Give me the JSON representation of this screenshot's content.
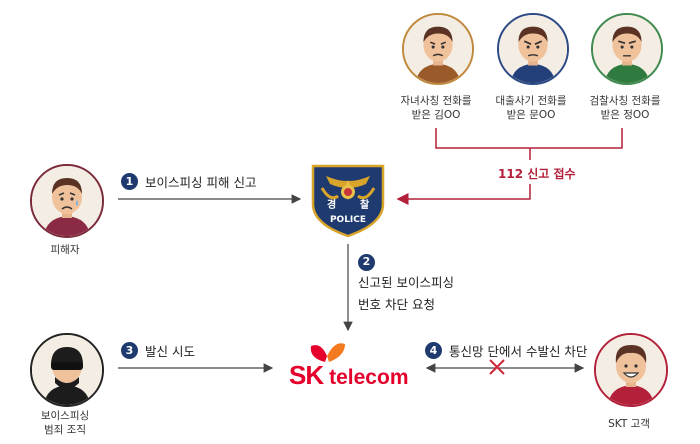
{
  "callers": [
    {
      "caption_line1": "자녀사칭 전화를",
      "caption_line2": "받은 김OO",
      "ring_color": "#c08a3e",
      "shirt_color": "#9a5a2a"
    },
    {
      "caption_line1": "대출사기 전화를",
      "caption_line2": "받은 문OO",
      "ring_color": "#2c4a86",
      "shirt_color": "#23407a"
    },
    {
      "caption_line1": "검찰사칭 전화를",
      "caption_line2": "받은 정OO",
      "ring_color": "#3f8a4e",
      "shirt_color": "#2f7a3e"
    }
  ],
  "report_label": "112 신고 접수",
  "victim": {
    "caption": "피해자"
  },
  "criminal": {
    "caption_line1": "보이스피싱",
    "caption_line2": "범죄 조직"
  },
  "customer": {
    "caption": "SKT 고객"
  },
  "police": {
    "left_char": "경",
    "right_char": "찰",
    "word": "POLICE"
  },
  "steps": [
    {
      "num": "1",
      "label": "보이스피싱 피해 신고"
    },
    {
      "num": "2",
      "line1": "신고된 보이스피싱",
      "line2": "번호 차단 요청"
    },
    {
      "num": "3",
      "label": "발신 시도"
    },
    {
      "num": "4",
      "label": "통신망 단에서 수발신 차단"
    }
  ],
  "logo": {
    "sk": "SK",
    "telecom": "telecom"
  },
  "colors": {
    "accent_red": "#b3203a",
    "step_blue": "#1f3a6e",
    "sk_red": "#e4002b",
    "police_navy": "#1f3a6e",
    "police_gold": "#d8a52a"
  }
}
